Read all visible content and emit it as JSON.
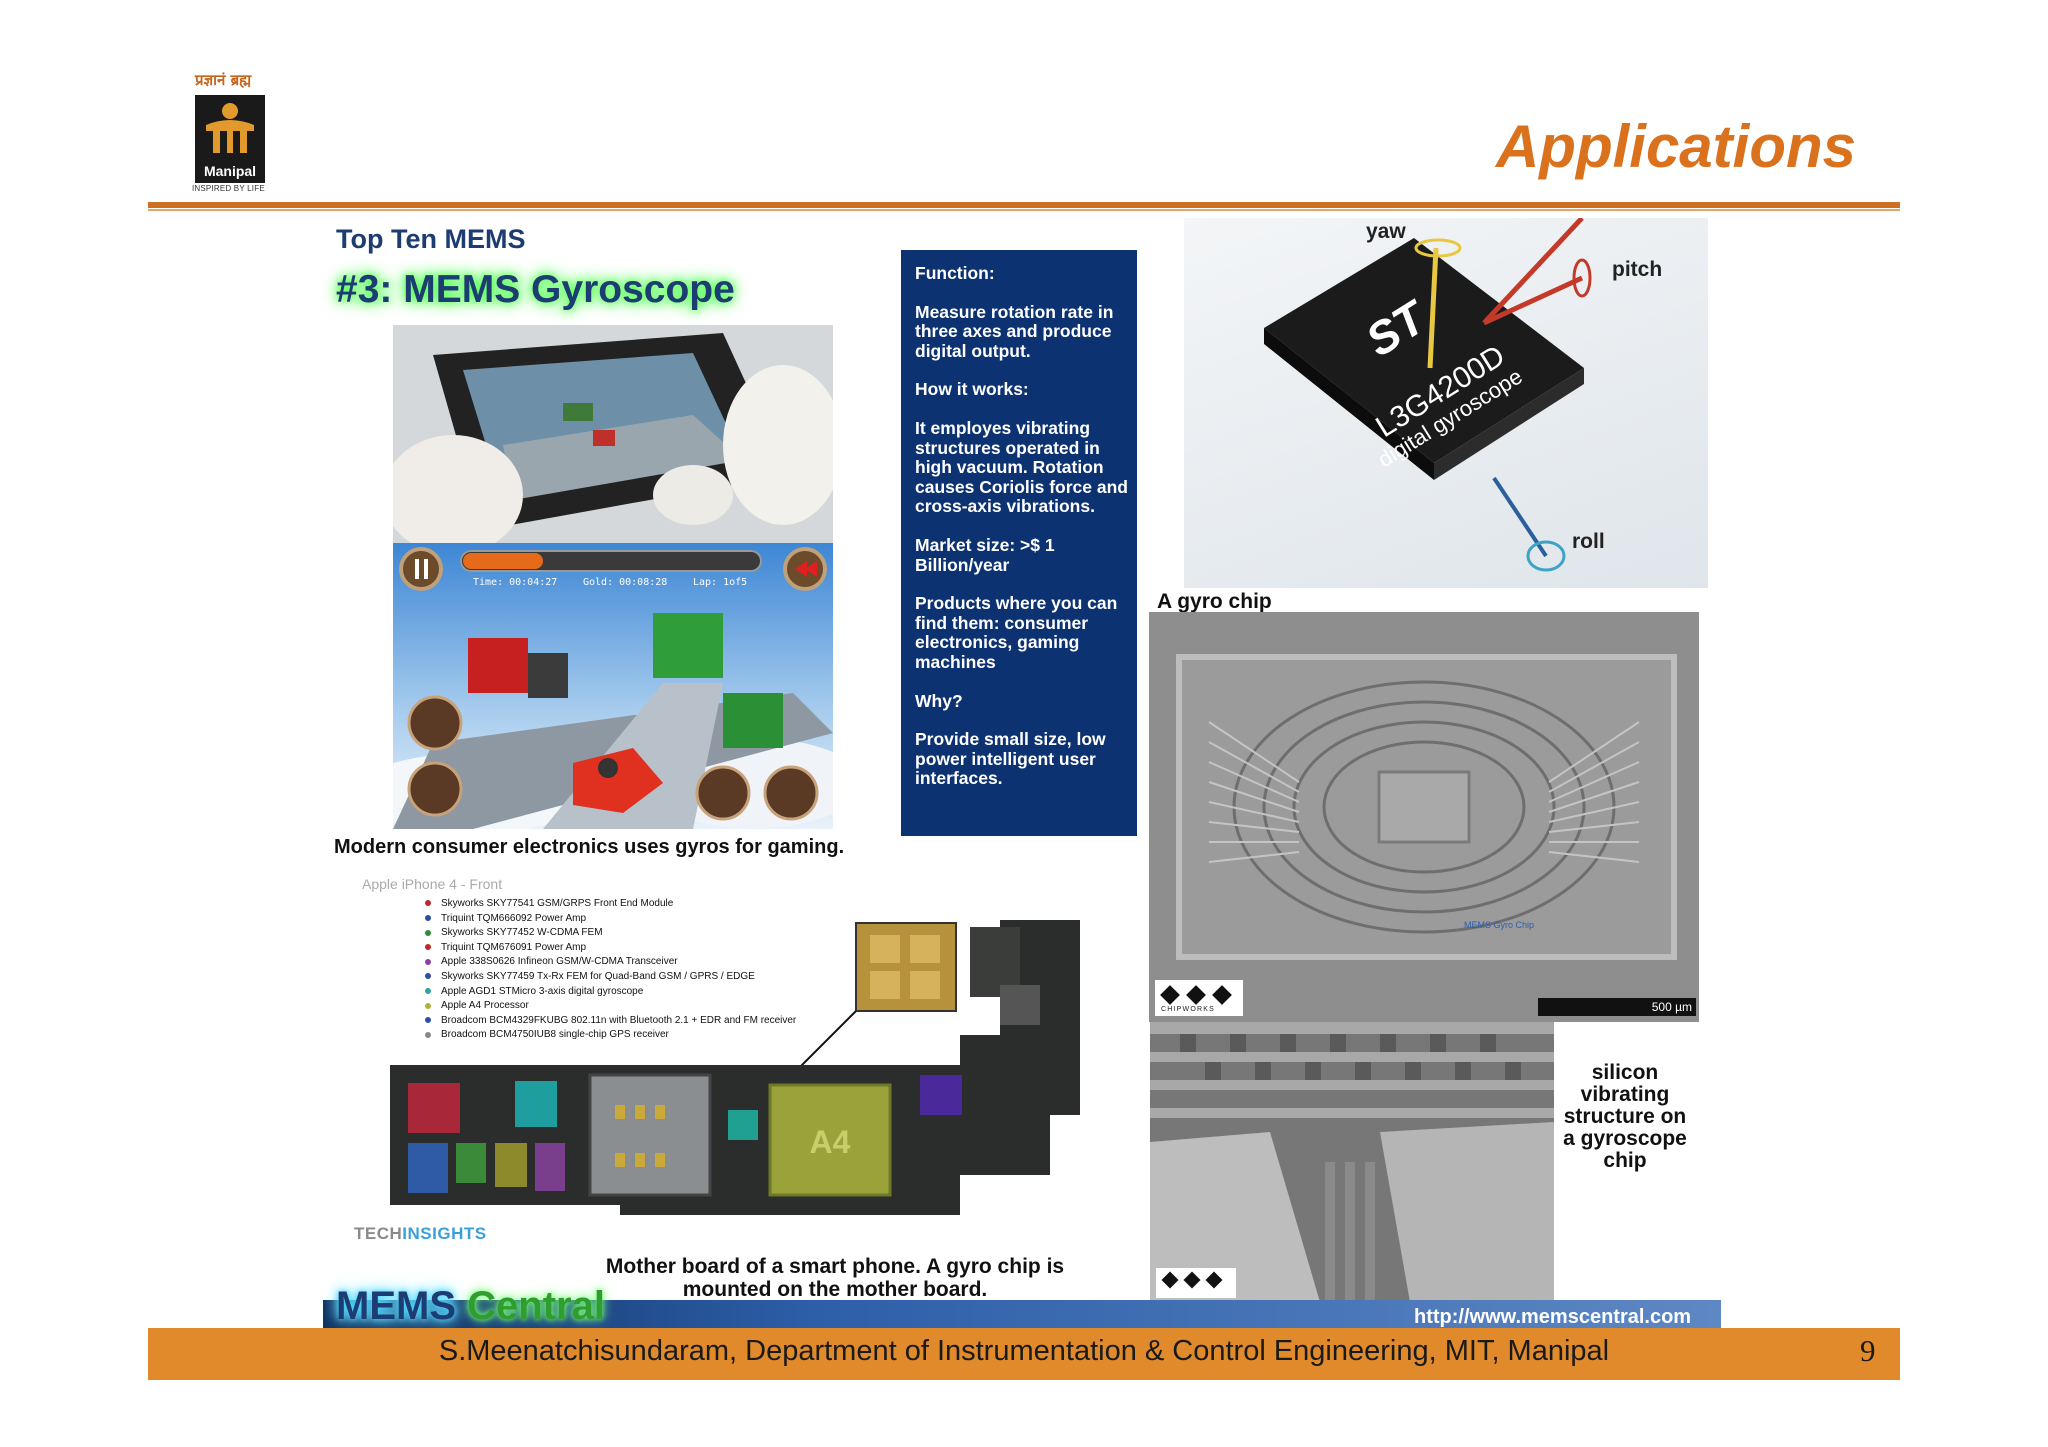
{
  "logo": {
    "tagline": "प्रज्ञानं ब्रह्म",
    "name": "Manipal",
    "subtitle": "INSPIRED BY LIFE"
  },
  "slide": {
    "title": "Applications",
    "page_number": "9",
    "footer": "S.Meenatchisundaram, Department of Instrumentation & Control Engineering, MIT, Manipal"
  },
  "left": {
    "top_ten": "Top Ten MEMS",
    "heading": "#3: MEMS Gyroscope",
    "gaming_caption": "Modern consumer electronics uses gyros for gaming.",
    "game_hud": {
      "time": "Time: 00:04:27",
      "gold": "Gold: 00:08:28",
      "lap": "Lap: 1of5"
    },
    "iphone_label": "Apple iPhone 4 - Front",
    "components": [
      {
        "text": "Skyworks SKY77541 GSM/GRPS Front End Module",
        "color": "#c0282e"
      },
      {
        "text": "Triquint TQM666092 Power Amp",
        "color": "#2a4fa8"
      },
      {
        "text": "Skyworks SKY77452 W-CDMA FEM",
        "color": "#2a8f3c"
      },
      {
        "text": "Triquint TQM676091 Power Amp",
        "color": "#c0282e"
      },
      {
        "text": "Apple 338S0626 Infineon GSM/W-CDMA Transceiver",
        "color": "#8e3fa2"
      },
      {
        "text": "Skyworks SKY77459 Tx-Rx FEM for Quad-Band GSM / GPRS / EDGE",
        "color": "#2a4fa8"
      },
      {
        "text": "Apple AGD1 STMicro 3-axis digital gyroscope",
        "color": "#2ba7a0"
      },
      {
        "text": "Apple A4 Processor",
        "color": "#a8b53a"
      },
      {
        "text": "Broadcom BCM4329FKUBG 802.11n with Bluetooth 2.1 + EDR and FM receiver",
        "color": "#2a4fa8"
      },
      {
        "text": "Broadcom BCM4750IUB8 single-chip GPS receiver",
        "color": "#888888"
      }
    ],
    "techinsights_a": "TECH",
    "techinsights_b": "INSIGHTS",
    "board_chip_label": "A4",
    "board_caption": "Mother board of a smart phone. A gyro chip is mounted on the mother board."
  },
  "info_box": {
    "function_h": "Function:",
    "function_t": "Measure rotation rate in three axes and produce digital output.",
    "how_h": "How it works:",
    "how_t": "It employes vibrating structures operated in high vacuum. Rotation causes Coriolis force and cross-axis vibrations.",
    "market": "Market size: >$ 1 Billion/year",
    "products": "Products where you can find them: consumer electronics, gaming machines",
    "why_h": "Why?",
    "why_t": "Provide small size, low power intelligent user interfaces."
  },
  "right": {
    "axes": {
      "yaw": "yaw",
      "pitch": "pitch",
      "roll": "roll"
    },
    "chip_logo": "ST",
    "chip_model": "L3G4200D",
    "chip_desc": "digital gyroscope",
    "gyro_chip_caption": "A gyro chip",
    "mems_gyro_label": "MEMS Gyro Chip",
    "scale": "500 µm",
    "chipworks": "CHIPWORKS",
    "silicon_text": "silicon vibrating structure on a gyroscope chip"
  },
  "banner": {
    "mems": "MEMS",
    "central": "Central",
    "url": "http://www.memscentral.com"
  },
  "colors": {
    "accent_orange": "#d9711d",
    "navy": "#0d3272",
    "footer_orange": "#e08a2b"
  }
}
